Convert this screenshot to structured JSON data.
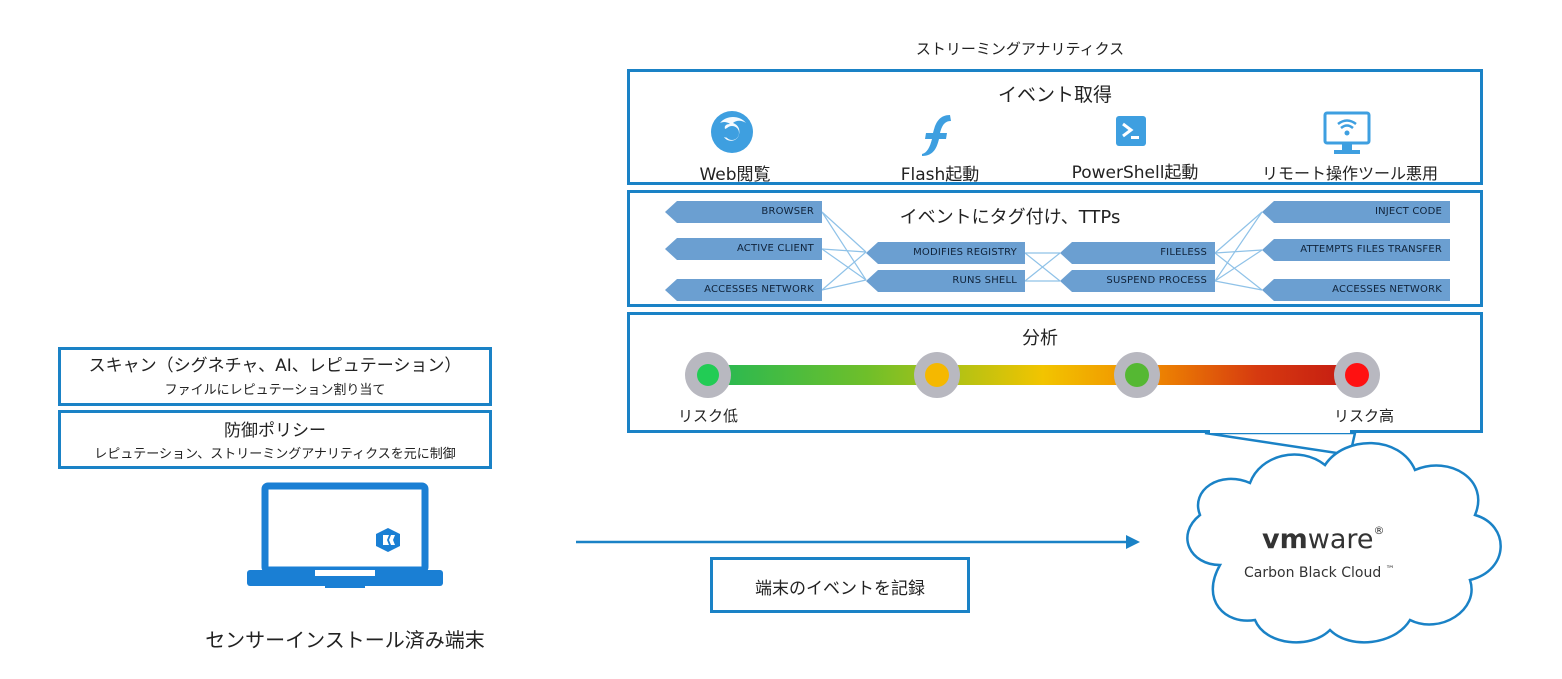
{
  "streaming_title": "ストリーミングアナリティクス",
  "event_section": {
    "title": "イベント取得",
    "items": [
      {
        "label": "Web閲覧",
        "icon": "firefox-icon"
      },
      {
        "label": "Flash起動",
        "icon": "flash-icon"
      },
      {
        "label": "PowerShell起動",
        "icon": "powershell-icon"
      },
      {
        "label": "リモート操作ツール悪用",
        "icon": "remote-monitor-icon"
      }
    ]
  },
  "tag_section": {
    "title": "イベントにタグ付け、TTPs",
    "left_tags": [
      "BROWSER",
      "ACTIVE CLIENT",
      "ACCESSES NETWORK"
    ],
    "mid_left_tags": [
      "MODIFIES REGISTRY",
      "RUNS SHELL"
    ],
    "mid_right_tags": [
      "FILELESS",
      "SUSPEND PROCESS"
    ],
    "right_tags": [
      "INJECT CODE",
      "ATTEMPTS FILES TRANSFER",
      "ACCESSES NETWORK"
    ],
    "tag_color": "#6b9fd1"
  },
  "analysis": {
    "title": "分析",
    "low_label": "リスク低",
    "high_label": "リスク高",
    "dots": [
      {
        "color": "#22cc55"
      },
      {
        "color": "#f5b800"
      },
      {
        "color": "#55b833"
      },
      {
        "color": "#ff1111"
      }
    ]
  },
  "scan_box": {
    "title": "スキャン（シグネチャ、AI、レピュテーション）",
    "subtitle": "ファイルにレピュテーション割り当て"
  },
  "policy_box": {
    "title": "防御ポリシー",
    "subtitle": "レピュテーション、ストリーミングアナリティクスを元に制御"
  },
  "endpoint_label": "センサーインストール済み端末",
  "record_box": "端末のイベントを記録",
  "cloud": {
    "brand_bold": "vm",
    "brand_light": "ware",
    "brand_mark": "®",
    "product": "Carbon Black Cloud",
    "tm": "™"
  },
  "colors": {
    "accent_blue": "#1a82c6",
    "laptop_blue": "#1a7fd4"
  }
}
